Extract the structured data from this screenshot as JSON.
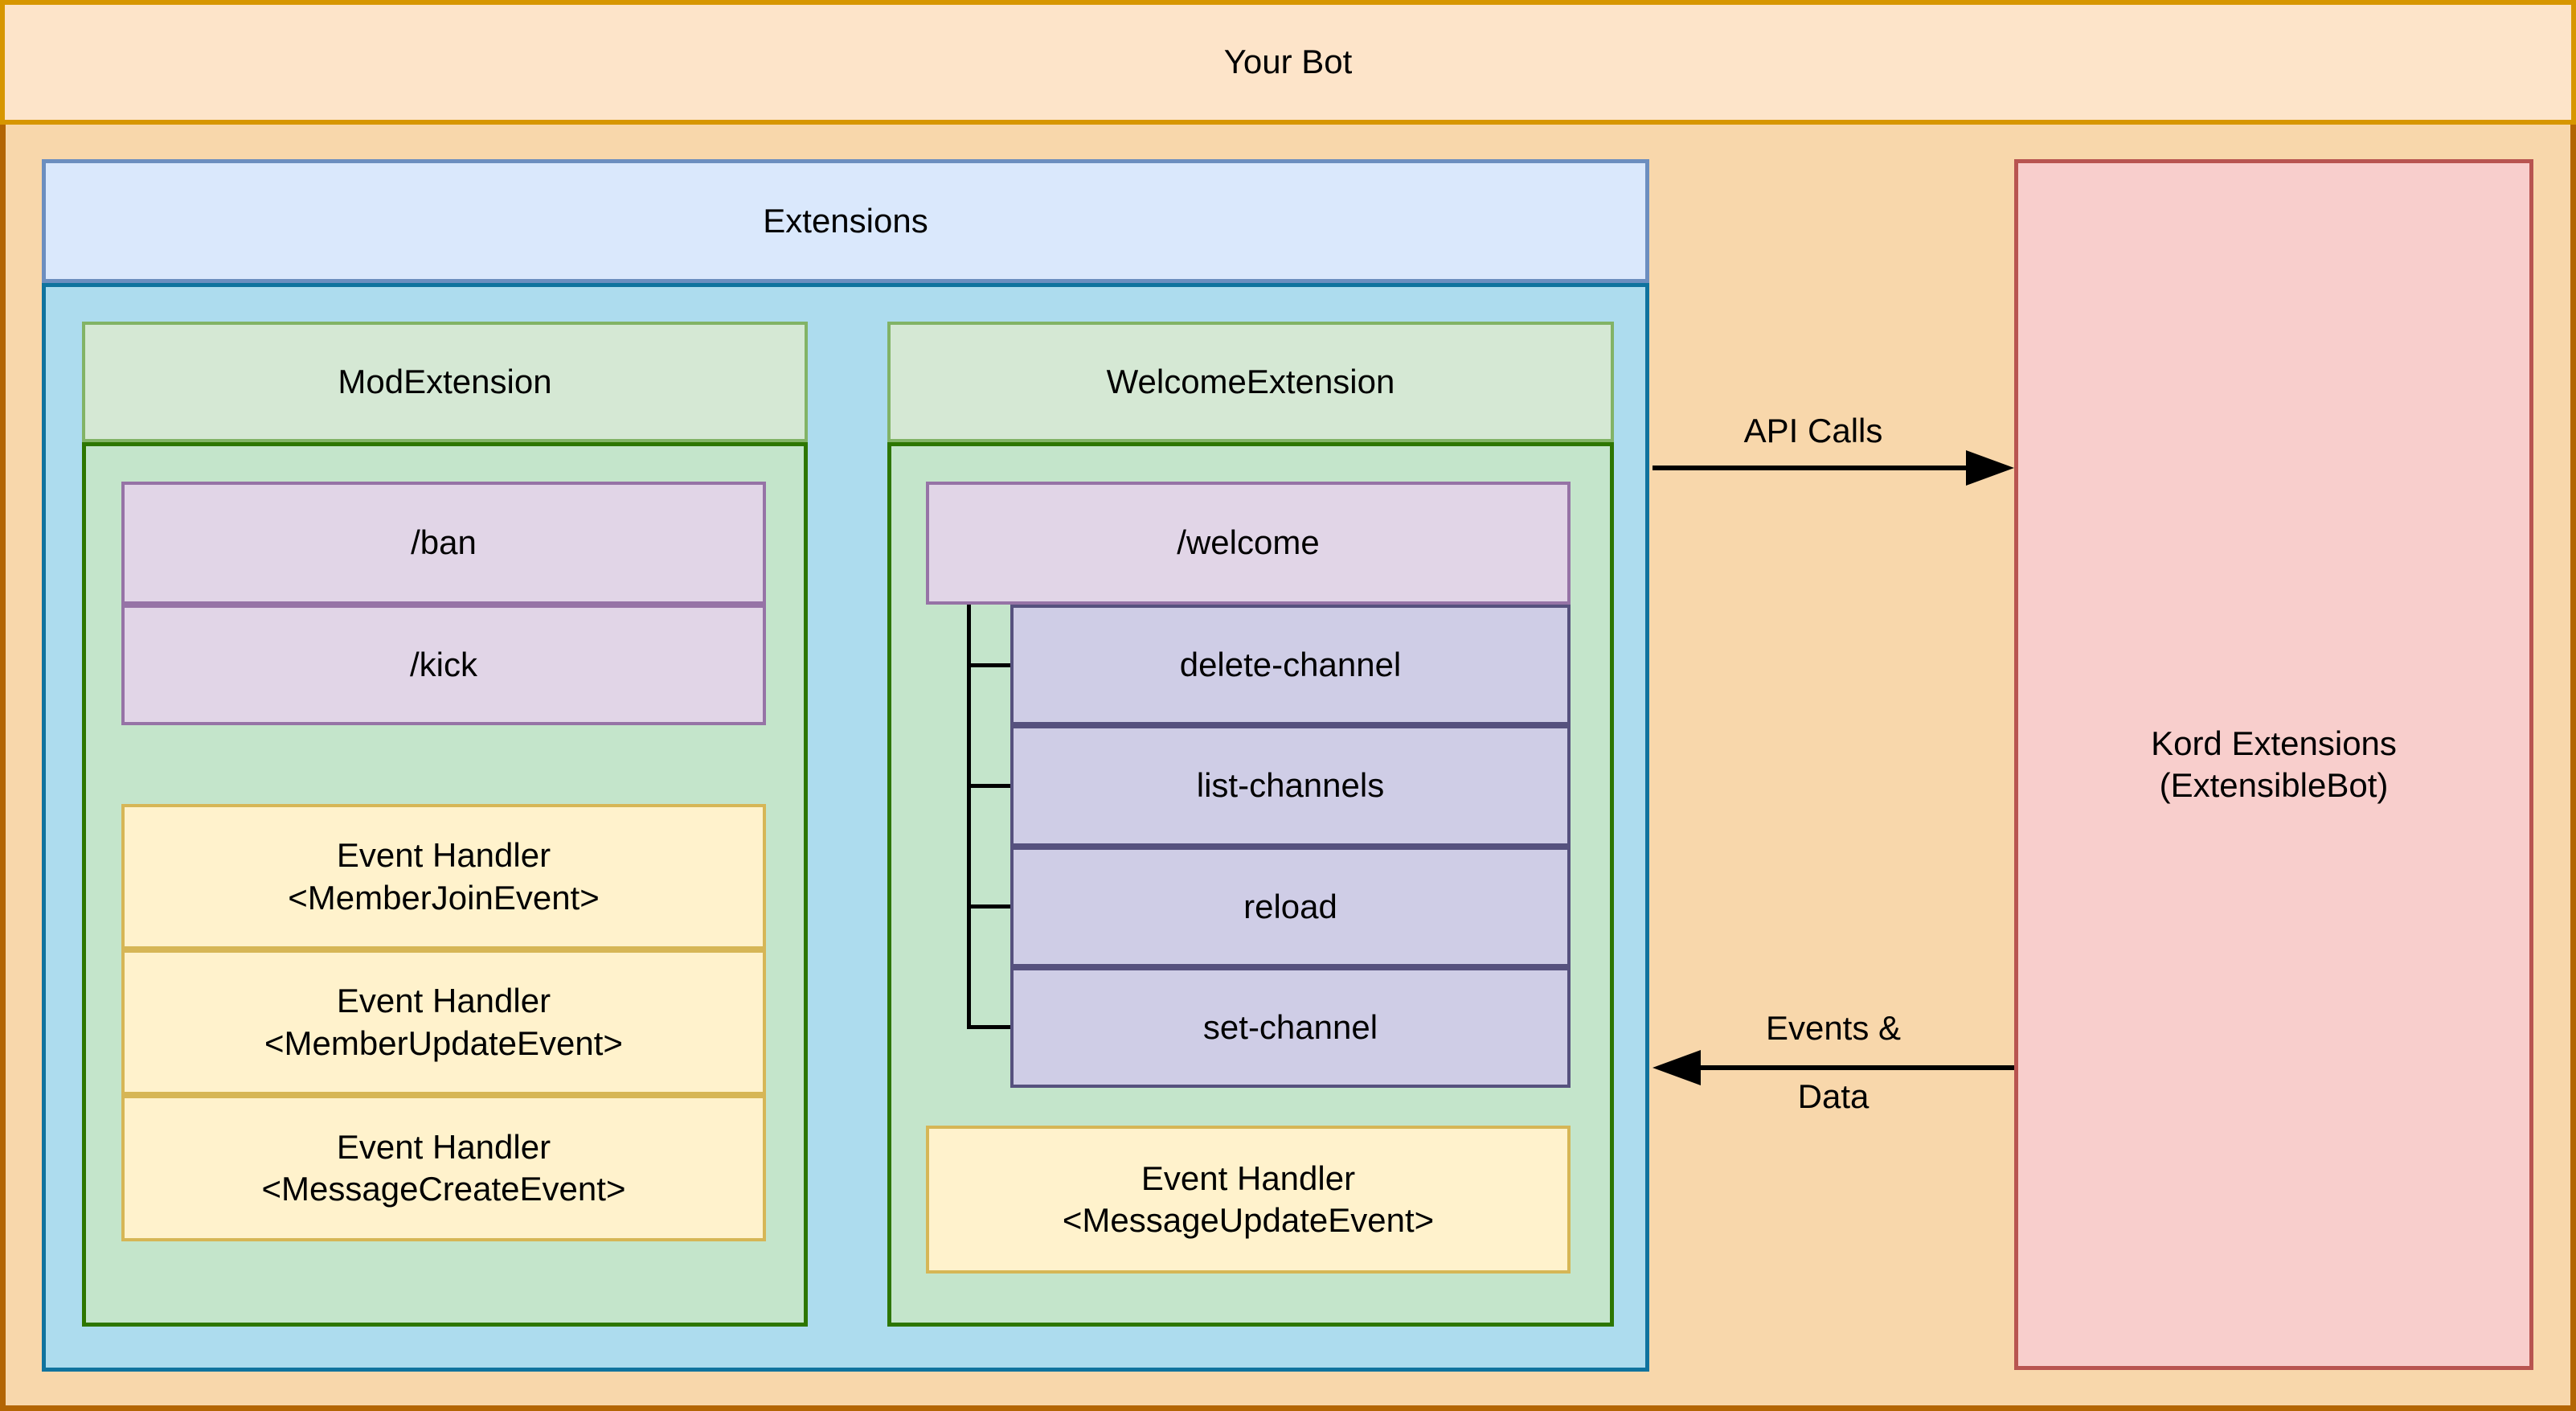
{
  "title": "Your Bot",
  "extensions": {
    "label": "Extensions",
    "mod": {
      "label": "ModExtension",
      "commands": [
        "/ban",
        "/kick"
      ],
      "handlers": [
        {
          "line1": "Event Handler",
          "line2": "<MemberJoinEvent>"
        },
        {
          "line1": "Event Handler",
          "line2": "<MemberUpdateEvent>"
        },
        {
          "line1": "Event Handler",
          "line2": "<MessageCreateEvent>"
        }
      ]
    },
    "welcome": {
      "label": "WelcomeExtension",
      "command": "/welcome",
      "subcommands": [
        "delete-channel",
        "list-channels",
        "reload",
        "set-channel"
      ],
      "handler": {
        "line1": "Event Handler",
        "line2": "<MessageUpdateEvent>"
      }
    }
  },
  "kord": {
    "line1": "Kord Extensions",
    "line2": "(ExtensibleBot)"
  },
  "arrows": {
    "api_calls": {
      "label": "API Calls",
      "direction": "right"
    },
    "events_data": {
      "label_line1": "Events &",
      "label_line2": "Data",
      "direction": "left"
    }
  },
  "colors": {
    "bot_titlebar_fill": "#fde4c9",
    "bot_titlebar_border": "#d79600",
    "bot_body_fill": "#f8d7ab",
    "bot_body_border": "#b36504",
    "extensions_header_fill": "#dae8fc",
    "extensions_header_border": "#6c8ebf",
    "extensions_body_fill": "#addcee",
    "extensions_body_border": "#10739e",
    "extension_header_fill": "#d5e8d4",
    "extension_header_border": "#82b366",
    "extension_body_fill": "#c4e5cb",
    "extension_body_border": "#2d7600",
    "command_fill": "#e1d5e7",
    "command_border": "#9673a6",
    "subcommand_fill": "#cfcde6",
    "subcommand_border": "#56517e",
    "handler_fill": "#fff2cc",
    "handler_border": "#d6b656",
    "kord_fill": "#f8cecc",
    "kord_border": "#b85450",
    "arrow_color": "#000000"
  }
}
